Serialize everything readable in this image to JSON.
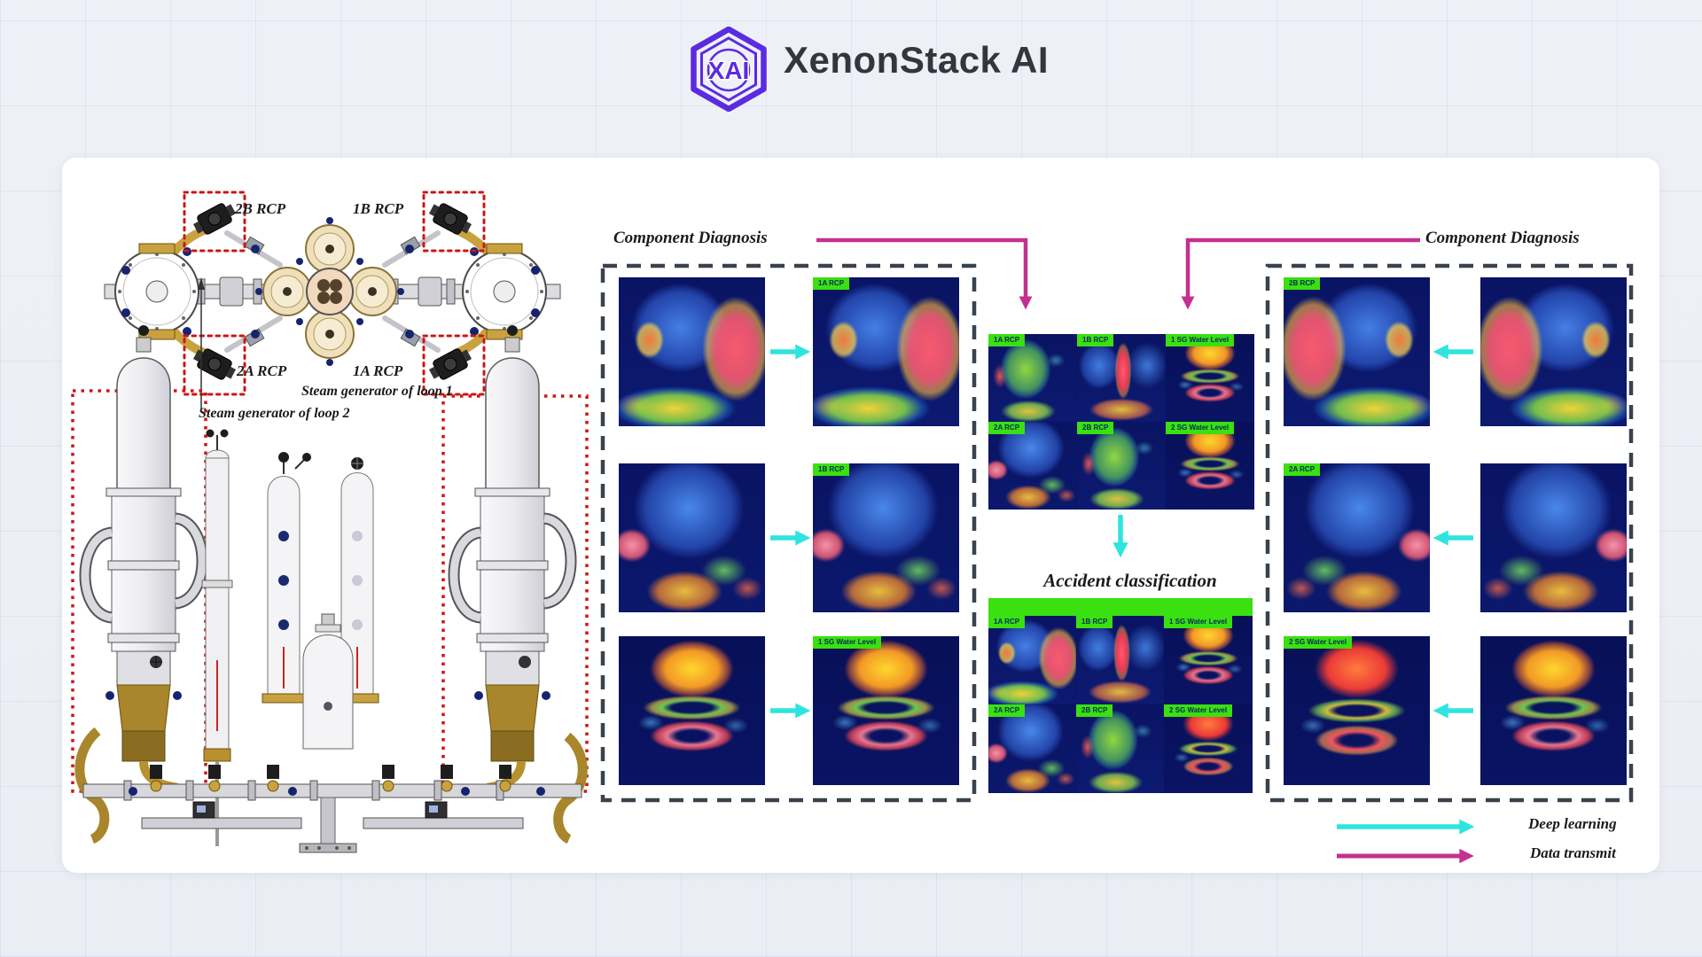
{
  "header": {
    "brand": "XenonStack AI",
    "monogram": "XAI"
  },
  "plant": {
    "pumps": [
      "2B RCP",
      "1B RCP",
      "2A RCP",
      "1A RCP"
    ],
    "sg_loop1": "Steam generator of loop 1",
    "sg_loop2": "Steam generator of loop 2"
  },
  "left_panel": {
    "title": "Component Diagnosis",
    "rows": [
      {
        "tag": "1A RCP"
      },
      {
        "tag": "1B RCP"
      },
      {
        "tag": "1 SG Water Level"
      }
    ]
  },
  "right_panel": {
    "title": "Component Diagnosis",
    "rows": [
      {
        "tag": "2B RCP"
      },
      {
        "tag": "2A RCP"
      },
      {
        "tag": "2 SG Water Level"
      }
    ]
  },
  "center": {
    "top_grid": {
      "tags": [
        "1A RCP",
        "1B RCP",
        "1 SG Water Level",
        "2A RCP",
        "2B RCP",
        "2 SG Water Level"
      ]
    },
    "classification_title": "Accident classification",
    "bottom_grid": {
      "tags": [
        "1A RCP",
        "1B RCP",
        "1 SG Water Level",
        "2A RCP",
        "2B RCP",
        "2 SG Water Level"
      ]
    }
  },
  "legend": {
    "deep_learning": "Deep learning",
    "data_transmit": "Data transmit"
  },
  "colors": {
    "accent_purple": "#5b2be0",
    "cyan_arrow": "#2ee4de",
    "magenta_arrow": "#c4308f",
    "tag_green": "#3ae010",
    "thermal_navy": "#0a1464",
    "dashed_border": "#39424e",
    "dotted_red": "#cf1515"
  }
}
